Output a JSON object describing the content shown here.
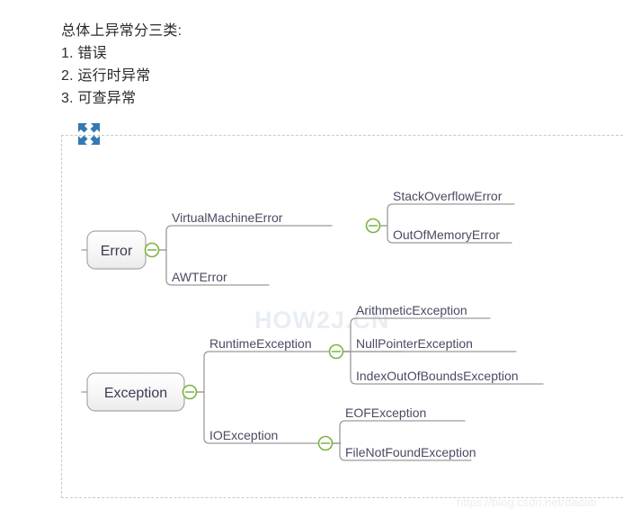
{
  "intro": {
    "lines": [
      "总体上异常分三类:",
      "1. 错误",
      "2. 运行时异常",
      "3. 可查异常"
    ]
  },
  "toolbar": {
    "expand_icon": "expand-fullscreen-icon",
    "expand_icon_color": "#3479b5"
  },
  "diagram": {
    "type": "mindmap",
    "border_style": "dashed",
    "border_color": "#c9c9c9",
    "collapse_icon": "minus-circle-icon",
    "collapse_icon_color": "#7cb342",
    "root_nodes": [
      {
        "label": "Error",
        "children": [
          {
            "label": "VirtualMachineError",
            "children": [
              {
                "label": "StackOverflowError"
              },
              {
                "label": "OutOfMemoryError"
              }
            ]
          },
          {
            "label": "AWTError",
            "children": []
          }
        ]
      },
      {
        "label": "Exception",
        "children": [
          {
            "label": "RuntimeException",
            "children": [
              {
                "label": "ArithmeticException"
              },
              {
                "label": "NullPointerException"
              },
              {
                "label": "IndexOutOfBoundsException"
              }
            ]
          },
          {
            "label": "IOException",
            "children": [
              {
                "label": "EOFException"
              },
              {
                "label": "FileNotFoundException"
              }
            ]
          }
        ]
      }
    ]
  },
  "watermarks": {
    "how2j": "HOW2J.CN",
    "how2j_part1": "HOW",
    "how2j_part2": "2J.CN",
    "url": "https://blog.csdn.net/dadati"
  },
  "labels": {
    "error": "Error",
    "exception": "Exception",
    "virtual_machine_error": "VirtualMachineError",
    "awt_error": "AWTError",
    "stack_overflow_error": "StackOverflowError",
    "out_of_memory_error": "OutOfMemoryError",
    "runtime_exception": "RuntimeException",
    "io_exception": "IOException",
    "arithmetic_exception": "ArithmeticException",
    "null_pointer_exception": "NullPointerException",
    "index_out_of_bounds_exception": "IndexOutOfBoundsException",
    "eof_exception": "EOFException",
    "file_not_found_exception": "FileNotFoundException"
  }
}
